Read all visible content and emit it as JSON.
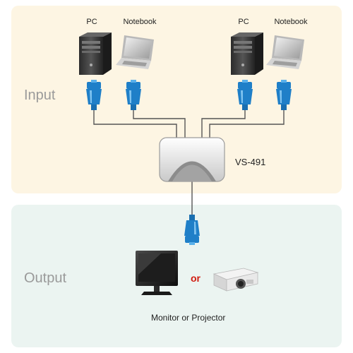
{
  "input": {
    "section_label": "Input",
    "devices": [
      {
        "label": "PC",
        "icon": "pc-tower-icon"
      },
      {
        "label": "Notebook",
        "icon": "notebook-icon"
      },
      {
        "label": "PC",
        "icon": "pc-tower-icon"
      },
      {
        "label": "Notebook",
        "icon": "notebook-icon"
      }
    ]
  },
  "switch": {
    "model_label": "VS-491",
    "icon": "switcher-box-icon"
  },
  "output": {
    "section_label": "Output",
    "or_label": "or",
    "caption": "Monitor or Projector",
    "devices": [
      {
        "icon": "monitor-icon"
      },
      {
        "icon": "projector-icon"
      }
    ]
  },
  "colors": {
    "input_bg": "#fdf5e3",
    "output_bg": "#ebf4f1",
    "connector_blue": "#1f7fc8",
    "or_red": "#d11b10",
    "section_gray": "#9a9a9a"
  }
}
